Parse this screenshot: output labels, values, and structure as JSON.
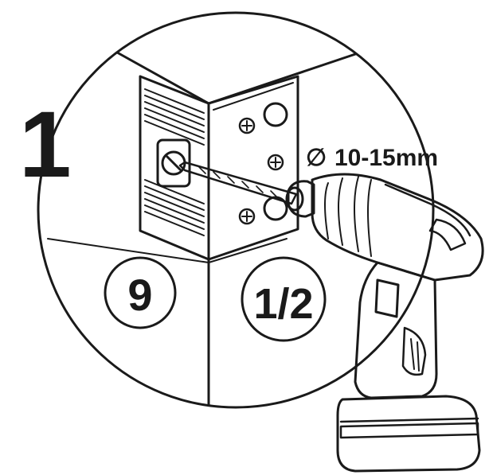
{
  "step": {
    "number": "1"
  },
  "callouts": {
    "left": "9",
    "right": "1/2"
  },
  "dimension": {
    "symbol": "∅",
    "label": "10-15mm"
  },
  "colors": {
    "ink": "#1a1a1a",
    "background": "#ffffff",
    "shade": "#3a3a3a"
  },
  "icons": {
    "tool": "cordless-drill-icon",
    "bracket": "corner-bracket-icon",
    "screw": "screw-head-icon"
  }
}
